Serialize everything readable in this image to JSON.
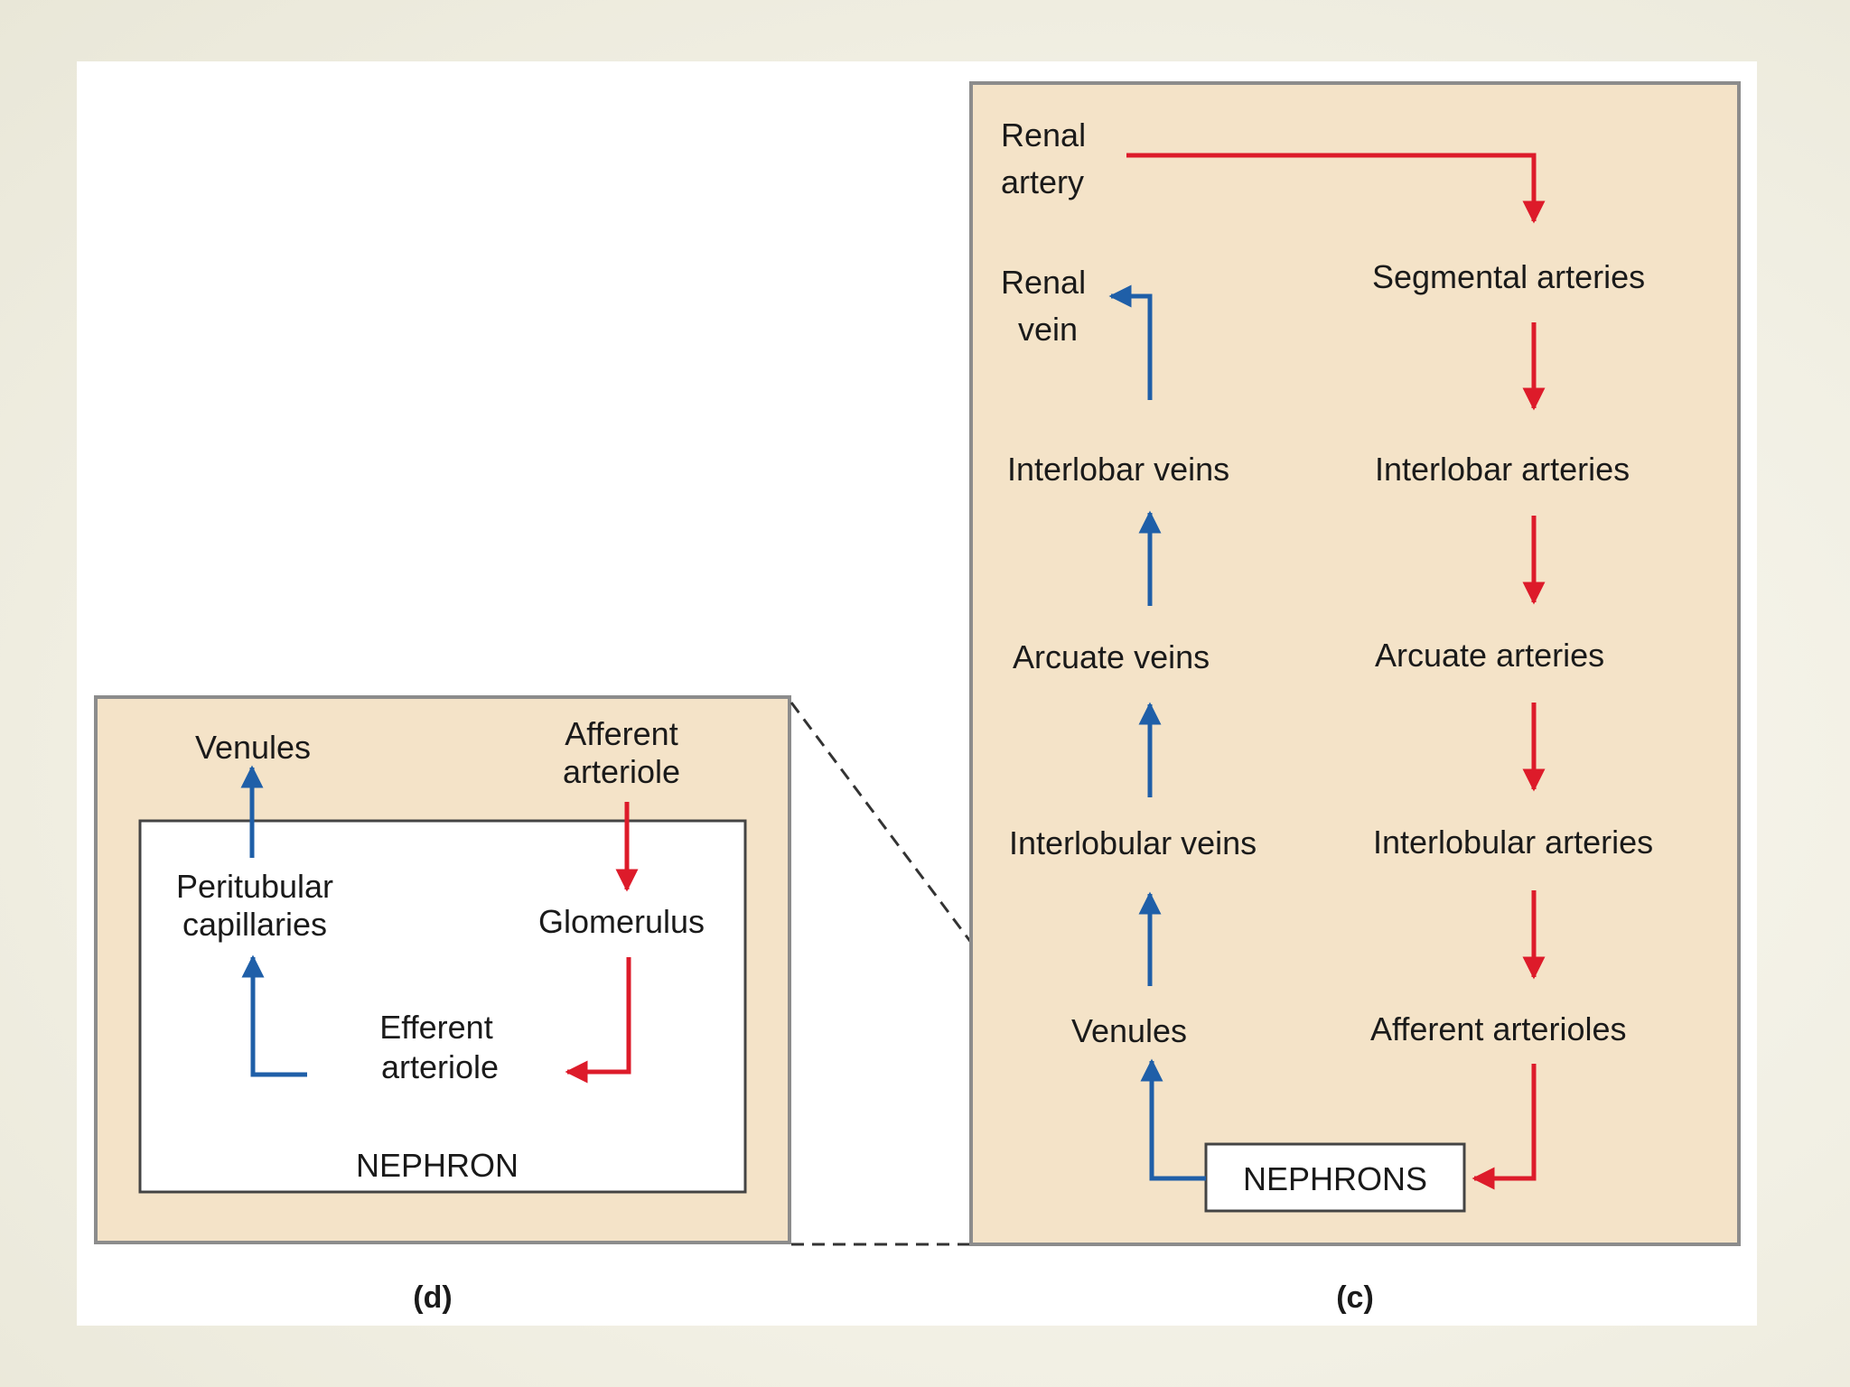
{
  "colors": {
    "artery": "#dd1b2a",
    "vein": "#1f5fa8",
    "panel_fill": "#f4e3c8",
    "panel_border": "#8c8c8c"
  },
  "panel_d": {
    "caption": "(d)",
    "venules": "Venules",
    "afferent_arteriole_1": "Afferent",
    "afferent_arteriole_2": "arteriole",
    "peritubular_1": "Peritubular",
    "peritubular_2": "capillaries",
    "glomerulus": "Glomerulus",
    "efferent_1": "Efferent",
    "efferent_2": "arteriole",
    "nephron": "NEPHRON"
  },
  "panel_c": {
    "caption": "(c)",
    "renal_artery_1": "Renal",
    "renal_artery_2": "artery",
    "renal_vein_1": "Renal",
    "renal_vein_2": "vein",
    "segmental_arteries": "Segmental arteries",
    "interlobar_veins": "Interlobar veins",
    "interlobar_arteries": "Interlobar arteries",
    "arcuate_veins": "Arcuate veins",
    "arcuate_arteries": "Arcuate arteries",
    "interlobular_veins": "Interlobular veins",
    "interlobular_arteries": "Interlobular arteries",
    "venules": "Venules",
    "afferent_arterioles": "Afferent arterioles",
    "nephrons": "NEPHRONS"
  }
}
